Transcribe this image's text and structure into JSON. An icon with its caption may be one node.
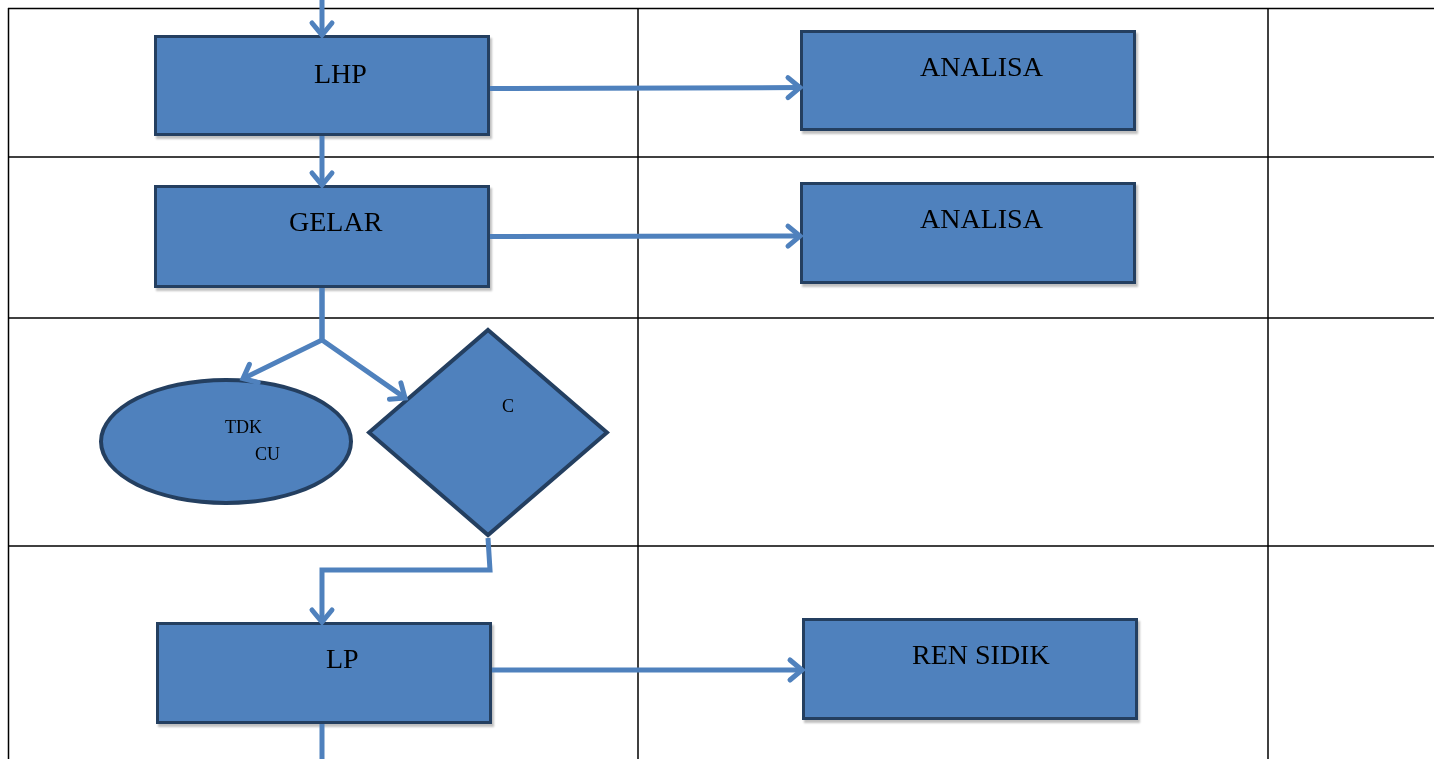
{
  "diagram": {
    "nodes": [
      {
        "text": [
          "LHP"
        ]
      },
      {
        "text": [
          "ANALISA"
        ]
      },
      {
        "text": [
          "GELAR"
        ]
      },
      {
        "text": [
          "ANALISA"
        ]
      },
      {
        "text": [
          "TDK",
          "CU"
        ]
      },
      {
        "text": [
          "C"
        ]
      },
      {
        "text": [
          "LP"
        ]
      },
      {
        "text": [
          "REN SIDIK"
        ]
      }
    ],
    "edges": [
      {
        "from": null,
        "to": 0,
        "arrow": "to"
      },
      {
        "from": 0,
        "to": 1,
        "arrow": "to"
      },
      {
        "from": 0,
        "to": 2,
        "arrow": "to"
      },
      {
        "from": 2,
        "to": 3,
        "arrow": "to"
      },
      {
        "from": 2,
        "to": 4,
        "arrow": "to"
      },
      {
        "from": 2,
        "to": 5,
        "arrow": "to"
      },
      {
        "from": 5,
        "to": 6,
        "arrow": "to"
      },
      {
        "from": 6,
        "to": 7,
        "arrow": "to"
      },
      {
        "from": 6,
        "to": null,
        "arrow": "none"
      }
    ]
  }
}
